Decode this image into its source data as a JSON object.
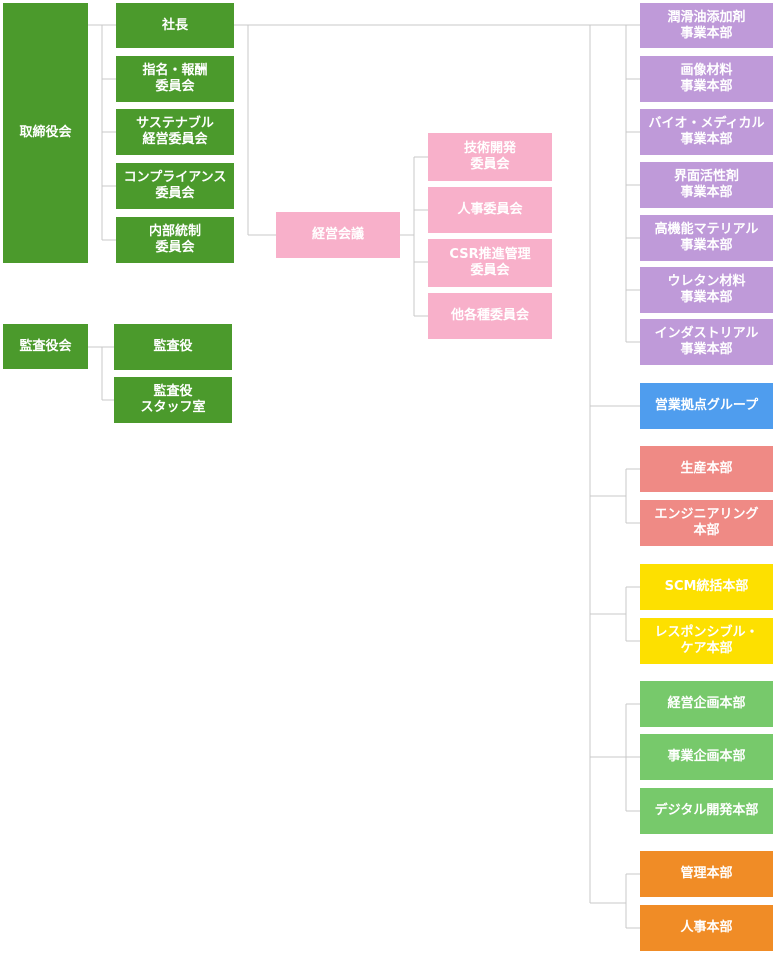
{
  "colors": {
    "board": "#4b9a2c",
    "meeting": "#f8b0ca",
    "business_divisions": "#bf9ad9",
    "sales": "#4f9dee",
    "production": "#ef8a85",
    "scm": "#fde000",
    "planning": "#77c96b",
    "admin": "#f08c26",
    "connector": "#c8c8c8"
  },
  "board": {
    "label": "取締役会",
    "president": "社長",
    "committees": [
      "指名・報酬\n委員会",
      "サステナブル\n経営委員会",
      "コンプライアンス\n委員会",
      "内部統制\n委員会"
    ]
  },
  "audit": {
    "label": "監査役会",
    "members": [
      "監査役",
      "監査役\nスタッフ室"
    ]
  },
  "management_meeting": {
    "label": "経営会議",
    "committees": [
      "技術開発\n委員会",
      "人事委員会",
      "CSR推進管理\n委員会",
      "他各種委員会"
    ]
  },
  "business_divisions": [
    "潤滑油添加剤\n事業本部",
    "画像材料\n事業本部",
    "バイオ・メディカル\n事業本部",
    "界面活性剤\n事業本部",
    "高機能マテリアル\n事業本部",
    "ウレタン材料\n事業本部",
    "インダストリアル\n事業本部"
  ],
  "sales": {
    "label": "営業拠点グループ"
  },
  "production": [
    "生産本部",
    "エンジニアリング\n本部"
  ],
  "scm": [
    "SCM統括本部",
    "レスポンシブル・\nケア本部"
  ],
  "planning": [
    "経営企画本部",
    "事業企画本部",
    "デジタル開発本部"
  ],
  "admin": [
    "管理本部",
    "人事本部"
  ]
}
